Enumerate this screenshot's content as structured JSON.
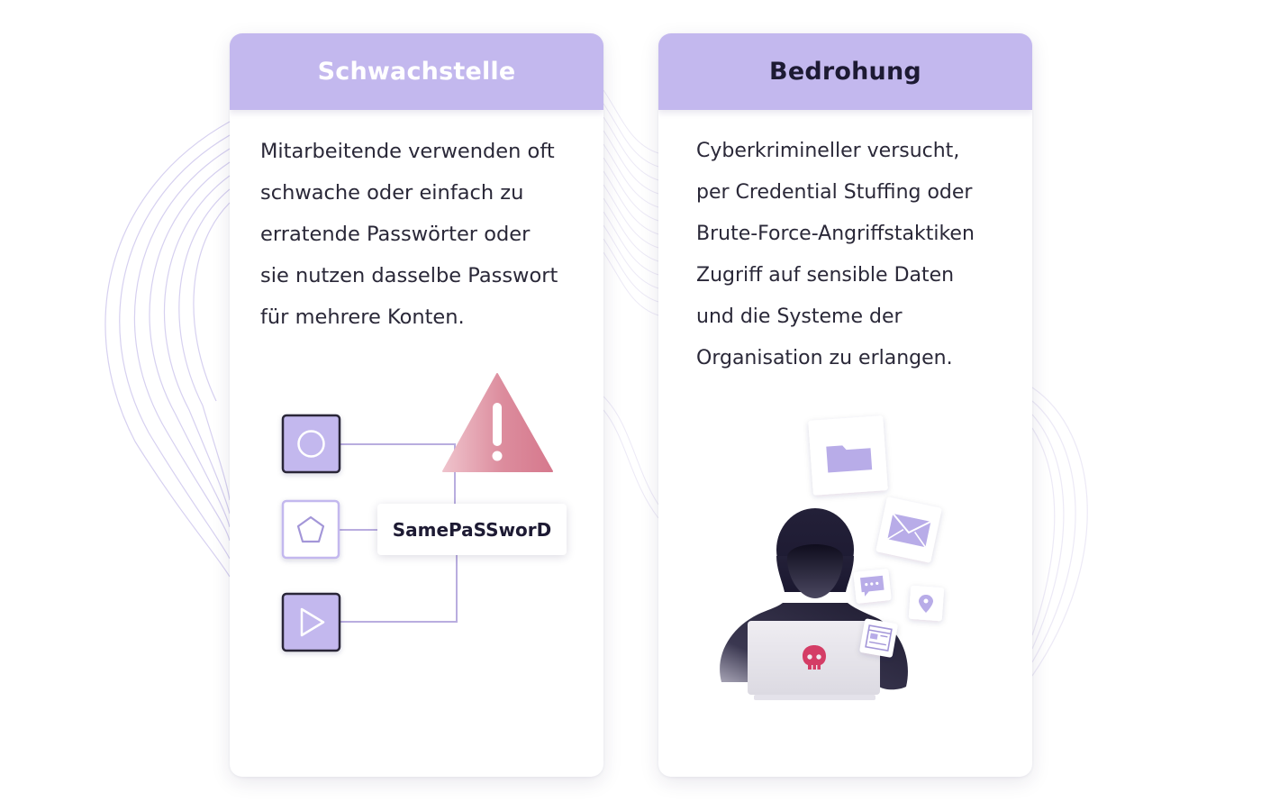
{
  "left_card": {
    "title": "Schwachstelle",
    "lines": [
      "Mitarbeitende verwenden oft",
      "schwache oder einfach zu",
      "erratende Passwörter oder",
      "sie nutzen dasselbe Passwort",
      "für mehrere Konten."
    ],
    "password_label": "SamePaSSworD",
    "icons": [
      "circle-icon",
      "pentagon-icon",
      "play-icon",
      "warning-icon"
    ]
  },
  "right_card": {
    "title": "Bedrohung",
    "lines": [
      "Cyberkrimineller versucht,",
      "per Credential Stuffing oder",
      "Brute-Force-Angriffstaktiken",
      "Zugriff auf sensible Daten",
      "und die Systeme der",
      "Organisation zu erlangen."
    ],
    "icons": [
      "folder-icon",
      "envelope-icon",
      "chat-icon",
      "location-pin-icon",
      "browser-window-icon",
      "hooded-hacker-icon",
      "laptop-icon",
      "skull-icon"
    ]
  },
  "colors": {
    "header_bg": "#c3b8ee",
    "accent_purple": "#c3b8ee",
    "icon_border": "#2a2838",
    "warning": "#d97a8f",
    "hacker": "#1e1b30"
  }
}
